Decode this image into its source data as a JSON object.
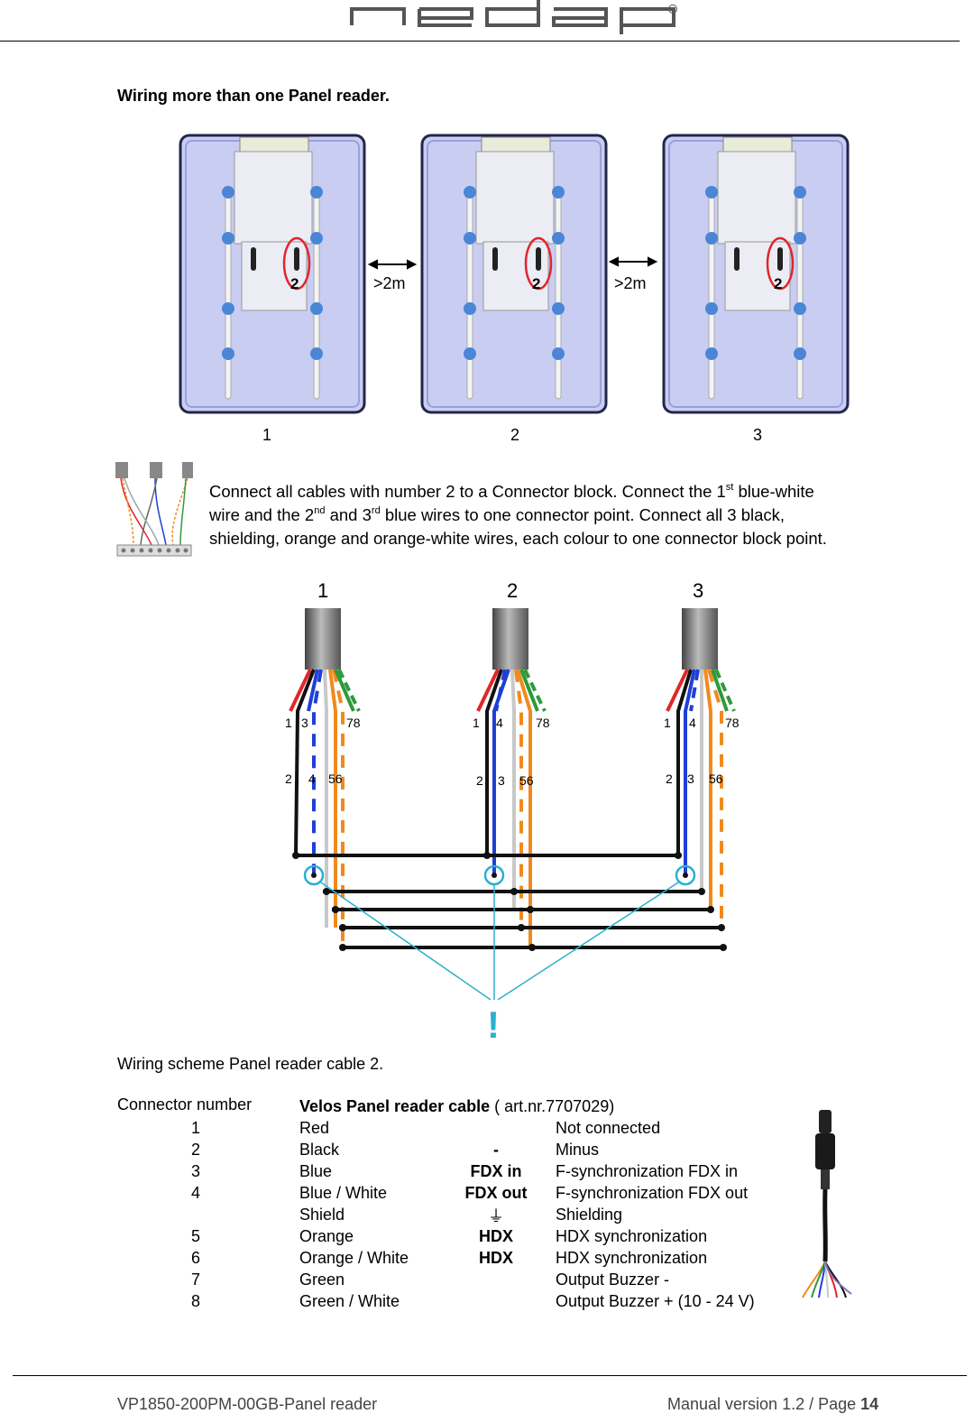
{
  "header": {
    "logo_text": "nedap"
  },
  "heading": "Wiring more than one Panel reader.",
  "readers": {
    "distance_labels": [
      ">2m",
      ">2m"
    ],
    "cable_marker": "2",
    "numbers": [
      "1",
      "2",
      "3"
    ]
  },
  "instructions": {
    "line1_pre": "Connect all cables with number 2 to a Connector block. Connect the 1",
    "sup1": "st",
    "line1_post": " blue-white",
    "line2_pre": "wire and the 2",
    "sup2": "nd",
    "line2_mid": " and 3",
    "sup3": "rd",
    "line2_post": " blue wires to one connector point. Connect all 3 black,",
    "line3": "shielding, orange and orange-white wires, each colour to one connector block point."
  },
  "scheme": {
    "cable_numbers": [
      "1",
      "2",
      "3"
    ],
    "top_labels": [
      [
        "1",
        "3",
        "78"
      ],
      [
        "1",
        "4",
        "78"
      ],
      [
        "1",
        "4",
        "78"
      ]
    ],
    "mid_labels": [
      [
        "2",
        "4",
        "56"
      ],
      [
        "2",
        "3",
        "56"
      ],
      [
        "2",
        "3",
        "56"
      ]
    ],
    "warning": "!"
  },
  "caption": "Wiring scheme Panel reader cable 2.",
  "table": {
    "col1_header": "Connector number",
    "col2_header_bold": "Velos Panel reader cable",
    "col2_header_rest": " ( art.nr.7707029)",
    "rows": [
      {
        "num": "1",
        "color": "Red",
        "code": "",
        "function": "Not connected"
      },
      {
        "num": "2",
        "color": "Black",
        "code": "-",
        "function": "Minus"
      },
      {
        "num": "3",
        "color": "Blue",
        "code": "FDX in",
        "function": "F-synchronization FDX in"
      },
      {
        "num": "4",
        "color": "Blue / White",
        "code": "FDX out",
        "function": "F-synchronization FDX out"
      },
      {
        "num": "",
        "color": "Shield",
        "code": "⏚",
        "function": "Shielding"
      },
      {
        "num": "5",
        "color": "Orange",
        "code": "HDX",
        "function": "HDX synchronization"
      },
      {
        "num": "6",
        "color": "Orange / White",
        "code": "HDX",
        "function": "HDX synchronization"
      },
      {
        "num": "7",
        "color": "Green",
        "code": "",
        "function": "Output Buzzer -"
      },
      {
        "num": "8",
        "color": "Green / White",
        "code": "",
        "function": "Output Buzzer + (10 - 24 V)"
      }
    ]
  },
  "footer": {
    "doc_id": "VP1850-200PM-00GB-Panel reader",
    "version_text": "Manual version 1.2 / Page ",
    "page": "14"
  },
  "colors": {
    "reader_panel": "#c9cdf2",
    "reader_border": "#23264a",
    "screw_blue": "#4b86d6",
    "highlight_red": "#e0262a",
    "wire_red": "#e0262a",
    "wire_blue": "#1f3fd6",
    "wire_orange": "#f08a1e",
    "wire_green": "#2e9a3a",
    "wire_grey": "#c8c8c8",
    "shield_cyan": "#2ab0d0"
  }
}
